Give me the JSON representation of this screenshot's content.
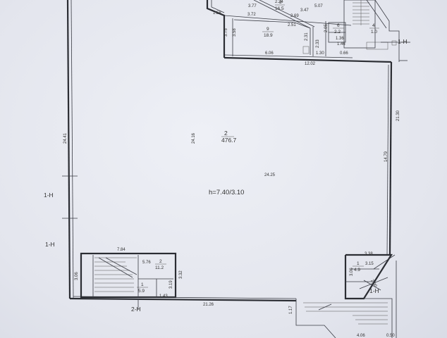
{
  "main_hall": {
    "room_no": "2",
    "area": "476.7",
    "height": "h=7.40/3.10"
  },
  "dimensions": {
    "left_wall": "24.41",
    "inner_height": "24.16",
    "inner_width": "24.25",
    "right_wall_upper": "21.30",
    "right_wall_lower": "14.79",
    "bottom_wall": "21.26",
    "top_width": "12.02",
    "top_ne": "0.66",
    "top_seg_a": "1.30",
    "top_seg_b": "6.06"
  },
  "north_rooms": {
    "top_left_dim": "1.58",
    "row1": [
      "3.77",
      "2.24",
      "3.47",
      "5.07"
    ],
    "d_3_72": "3.72",
    "d_2_69": "2.69",
    "d_2_51": "2.51",
    "d_3_75": "3.75",
    "d_3_58": "3.58",
    "d_2_33": "2.33",
    "d_2_31": "2.31",
    "d_2_05": "2.05",
    "d_1_36": "1.36",
    "d_1_46": "1.46",
    "room9": {
      "no": "9",
      "area": "18.9"
    },
    "room_top": {
      "no": "3",
      "area": "16.5"
    },
    "room6": {
      "no": "6",
      "area": "2.2"
    },
    "room4": {
      "no": "4",
      "area": "1.0"
    }
  },
  "southwest": {
    "d_7_84": "7.84",
    "d_5_76": "5.76",
    "d_3_06": "3.06",
    "d_3_19": "3.19",
    "d_3_32": "3.32",
    "d_1_43": "1.43",
    "room2": {
      "no": "2",
      "area": "11.2"
    },
    "room1": {
      "no": "1",
      "area": "5.9"
    }
  },
  "southeast": {
    "d_3_38": "3.38",
    "d_3_06": "3.06",
    "d_3_15": "3.15",
    "d_2_90": "2.90",
    "d_1_17": "1.17",
    "d_4_06": "4.06",
    "d_0_50": "0.50",
    "room1": {
      "no": "1",
      "area": "4.9"
    }
  },
  "section_marks": {
    "left_upper": "1-H",
    "left_lower": "1-H",
    "right_top": "1-H",
    "right_lower": "1-H",
    "bottom": "2-H"
  }
}
